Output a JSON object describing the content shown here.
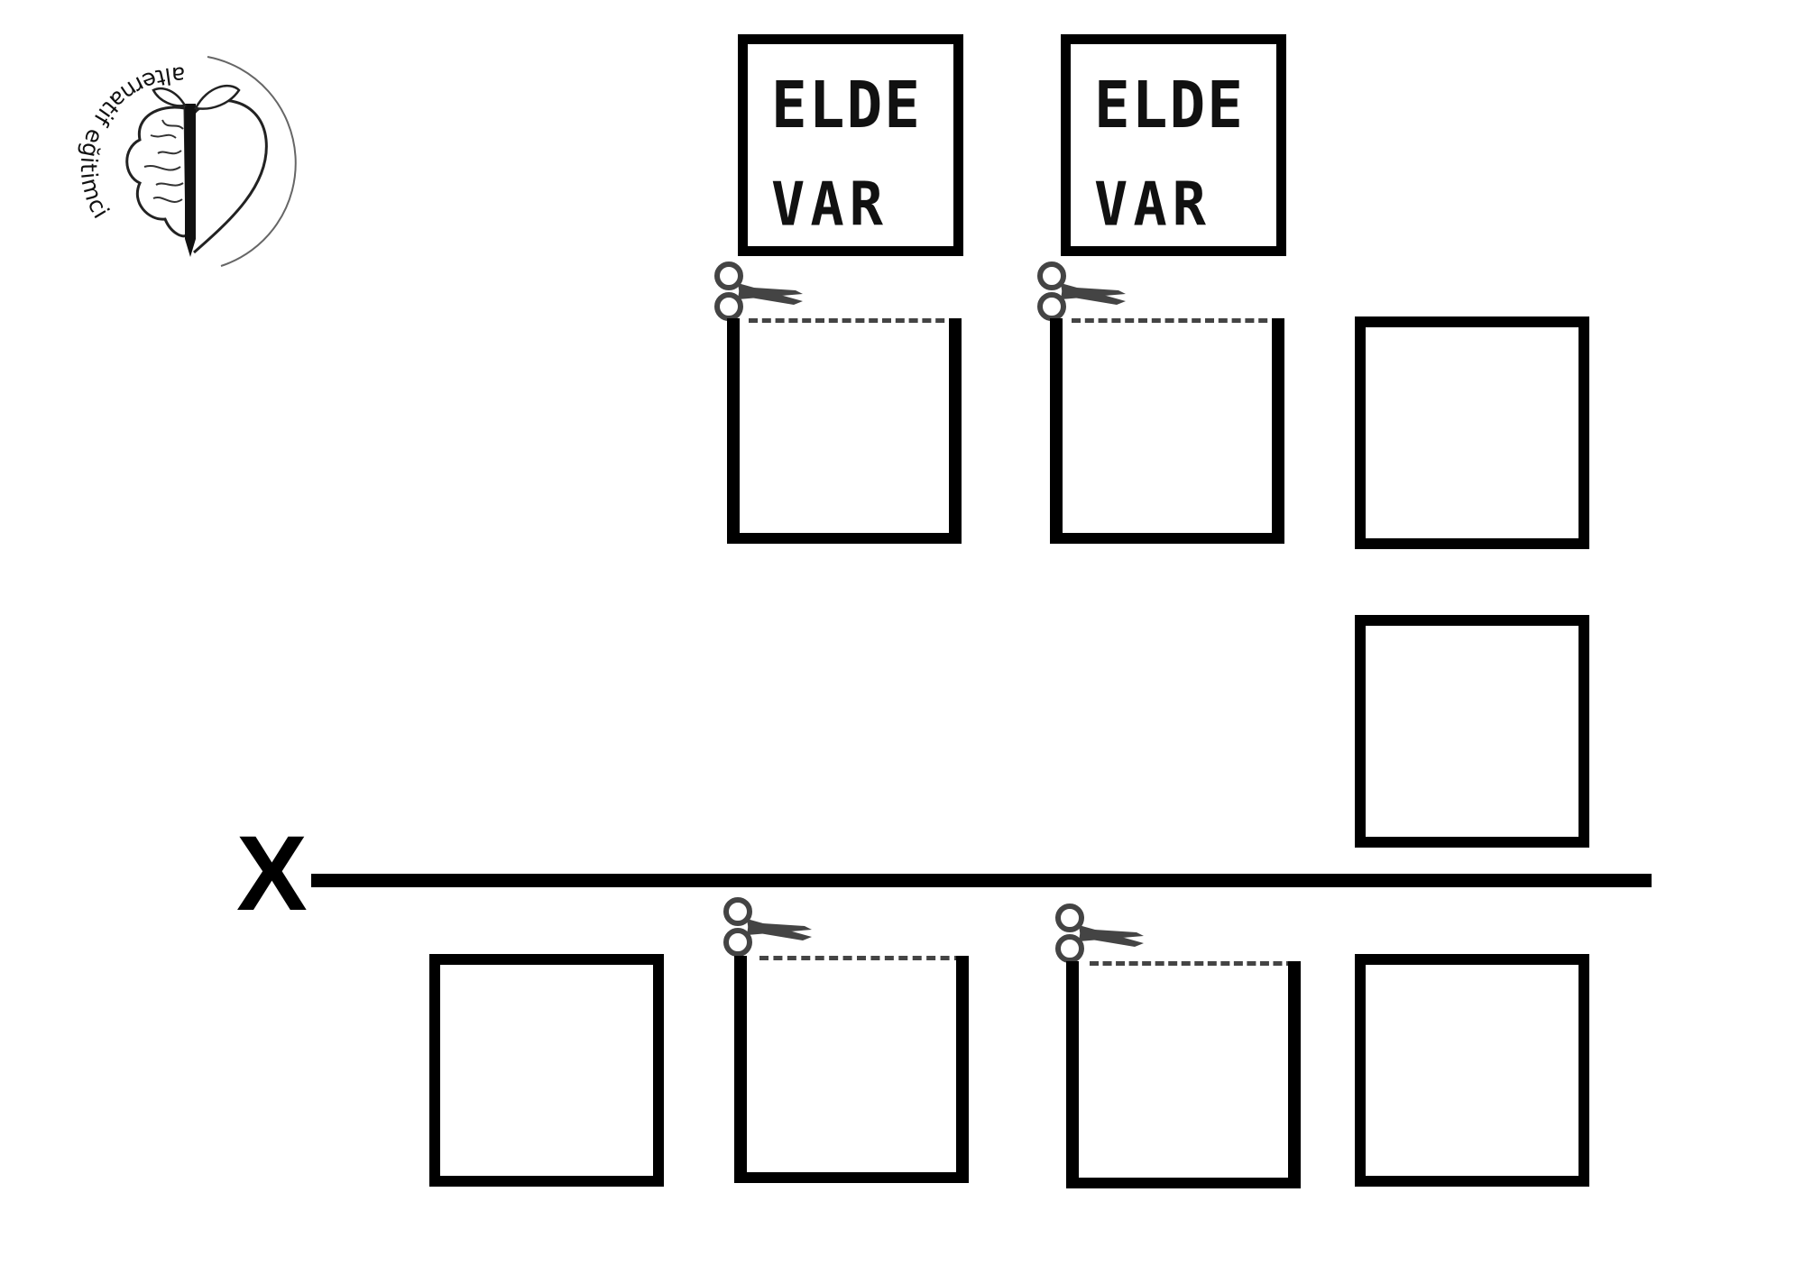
{
  "logo": {
    "text": "alternatif eğitimci",
    "icon": "brain-pencil-heart-logo"
  },
  "carry_cards": [
    {
      "line1": "ELDE",
      "line2": "VAR"
    },
    {
      "line1": "ELDE",
      "line2": "VAR"
    }
  ],
  "operation": {
    "symbol": "X"
  },
  "icons": {
    "scissors": "scissors-icon"
  },
  "colors": {
    "ink": "#000000",
    "dash": "#444444",
    "paper": "#ffffff"
  }
}
